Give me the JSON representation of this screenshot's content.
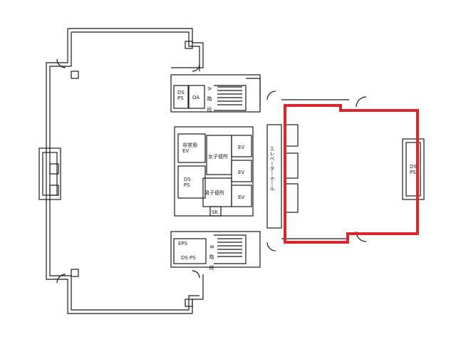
{
  "floor_plan": {
    "labels": {
      "ds_ps_top": "DS\nPS",
      "oa": "OA",
      "stair_a": "A\n階\n段",
      "emergency_ev": "非常用\nEV",
      "womens_toilet": "女子便所",
      "ds_ps_mid": "DS\nPS",
      "mens_toilet": "男子便所",
      "sk": "SK",
      "ev_1": "EV",
      "ev_2": "EV",
      "ev_3": "EV",
      "elevator_hall": "エレベーターホール",
      "eps": "EPS",
      "ds_ps_bottom": "DS·PS",
      "stair_b": "B\n階\n段",
      "ds_ps_right": "DS\nPS"
    },
    "highlight": {
      "color": "#d8262c",
      "meaning": "leased-area outline"
    },
    "line_color": "#1a1a1a"
  }
}
